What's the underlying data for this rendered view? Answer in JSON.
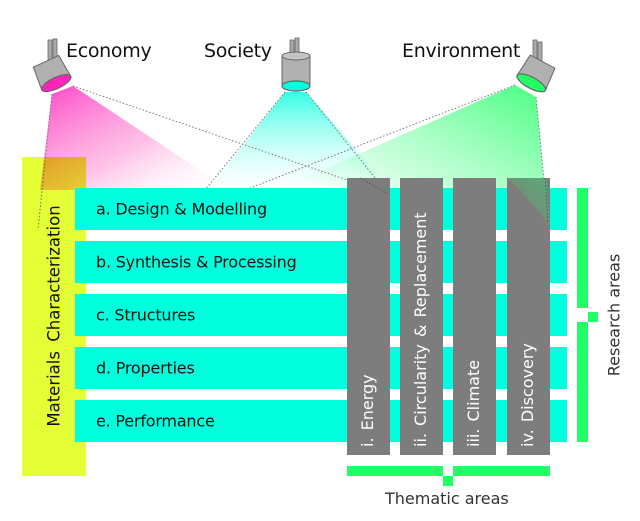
{
  "lamps": [
    {
      "id": "economy",
      "label": "Economy",
      "color": "#ff22bb"
    },
    {
      "id": "society",
      "label": "Society",
      "color": "#00ffdd"
    },
    {
      "id": "environment",
      "label": "Environment",
      "color": "#22ff66"
    }
  ],
  "cross_cutting": {
    "label": "Materials Characterization",
    "color": "#e3ff2a"
  },
  "research_areas": {
    "title": "Research areas",
    "color": "#00ffdd",
    "items": [
      {
        "label": "a. Design & Modelling"
      },
      {
        "label": "b. Synthesis & Processing"
      },
      {
        "label": "c. Structures"
      },
      {
        "label": "d. Properties"
      },
      {
        "label": "e. Performance"
      }
    ]
  },
  "thematic_areas": {
    "title": "Thematic areas",
    "color": "#7d7d7d",
    "items": [
      {
        "label": "i. Energy"
      },
      {
        "label": "ii. Circularity & Replacement"
      },
      {
        "label": "iii. Climate"
      },
      {
        "label": "iv. Discovery"
      }
    ]
  },
  "bracket_color": "#22ff66"
}
